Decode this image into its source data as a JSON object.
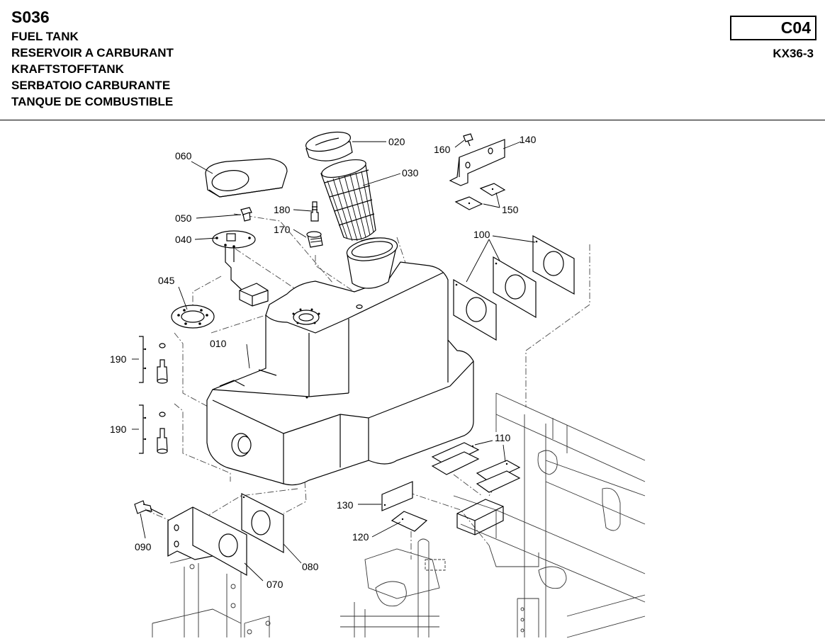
{
  "header": {
    "code": "S036",
    "titles": [
      "FUEL TANK",
      "RESERVOIR A CARBURANT",
      "KRAFTSTOFFTANK",
      "SERBATOIO CARBURANTE",
      "TANQUE DE COMBUSTIBLE"
    ],
    "page_code": "C04",
    "model": "KX36-3"
  },
  "callouts": {
    "p010": "010",
    "p020": "020",
    "p030": "030",
    "p040": "040",
    "p045": "045",
    "p050": "050",
    "p060": "060",
    "p070": "070",
    "p080": "080",
    "p090": "090",
    "p100": "100",
    "p110": "110",
    "p120": "120",
    "p130": "130",
    "p140": "140",
    "p150": "150",
    "p160": "160",
    "p170": "170",
    "p180": "180",
    "p190a": "190",
    "p190b": "190"
  }
}
